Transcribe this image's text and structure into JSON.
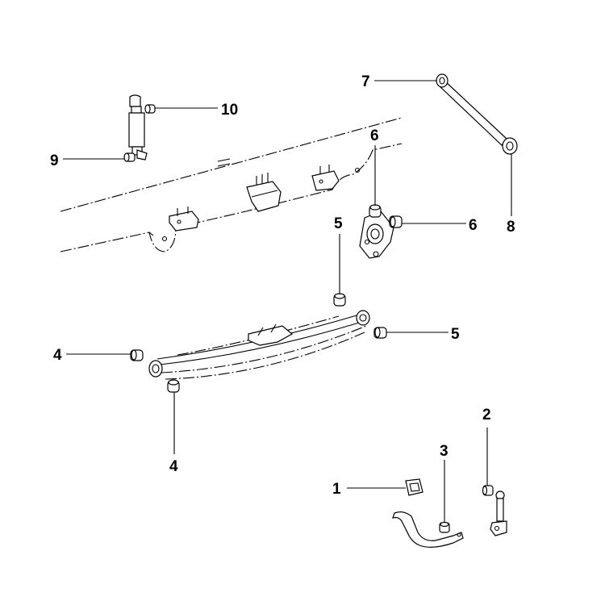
{
  "diagram": {
    "callouts": [
      {
        "id": "c1",
        "label": "1"
      },
      {
        "id": "c2",
        "label": "2"
      },
      {
        "id": "c3",
        "label": "3"
      },
      {
        "id": "c4a",
        "label": "4"
      },
      {
        "id": "c4b",
        "label": "4"
      },
      {
        "id": "c5a",
        "label": "5"
      },
      {
        "id": "c5b",
        "label": "5"
      },
      {
        "id": "c6a",
        "label": "6"
      },
      {
        "id": "c6b",
        "label": "6"
      },
      {
        "id": "c7",
        "label": "7"
      },
      {
        "id": "c8",
        "label": "8"
      },
      {
        "id": "c9",
        "label": "9"
      },
      {
        "id": "c10",
        "label": "10"
      }
    ]
  }
}
